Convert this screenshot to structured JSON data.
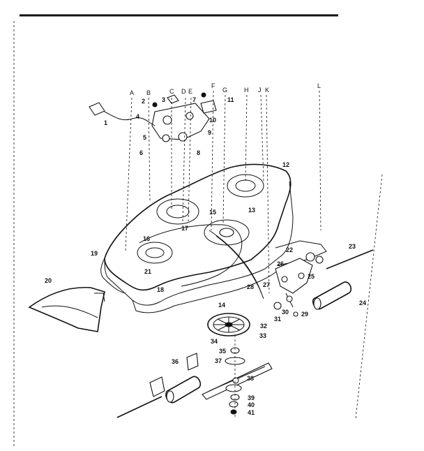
{
  "column_letters": [
    "A",
    "B",
    "C",
    "D",
    "E",
    "F",
    "G",
    "H",
    "J",
    "K",
    "L"
  ],
  "callouts": [
    "1",
    "2",
    "3",
    "4",
    "5",
    "6",
    "7",
    "8",
    "9",
    "10",
    "11",
    "12",
    "13",
    "14",
    "15",
    "16",
    "17",
    "18",
    "19",
    "20",
    "21",
    "22",
    "23",
    "24",
    "25",
    "26",
    "27",
    "28",
    "29",
    "30",
    "31",
    "32",
    "33",
    "34",
    "35",
    "36",
    "37",
    "38",
    "39",
    "40",
    "41"
  ]
}
